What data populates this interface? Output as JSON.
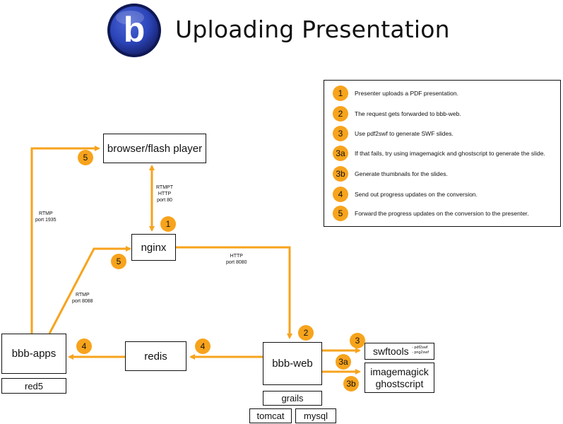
{
  "header": {
    "logo_letter": "b",
    "title": "Uploading Presentation"
  },
  "nodes": {
    "browser": "browser/flash player",
    "nginx": "nginx",
    "bbb_apps": "bbb-apps",
    "red5": "red5",
    "redis": "redis",
    "bbb_web": "bbb-web",
    "grails": "grails",
    "tomcat": "tomcat",
    "mysql": "mysql",
    "swftools": "swftools",
    "swftools_sub1": "- pdf2swf",
    "swftools_sub2": "- png2swf",
    "imagemagick": "imagemagick",
    "ghostscript": "ghostscript"
  },
  "edge_labels": {
    "rtmp_1935_l1": "RTMP",
    "rtmp_1935_l2": "port 1935",
    "rtmpt_l1": "RTMPT",
    "rtmpt_l2": "HTTP",
    "rtmpt_l3": "port 80",
    "rtmp_8088_l1": "RTMP",
    "rtmp_8088_l2": "port 8088",
    "http_8080_l1": "HTTP",
    "http_8080_l2": "port 8080"
  },
  "badges": {
    "b5_browser": "5",
    "b1_nginx": "1",
    "b5_nginx": "5",
    "b2_web": "2",
    "b4_apps": "4",
    "b4_redis": "4",
    "b3_swf": "3",
    "b3a_img": "3a",
    "b3b_img": "3b"
  },
  "legend": [
    {
      "step": "1",
      "text": "Presenter uploads a PDF presentation."
    },
    {
      "step": "2",
      "text": "The request gets forwarded to bbb-web."
    },
    {
      "step": "3",
      "text": "Use pdf2swf to generate SWF slides."
    },
    {
      "step": "3a",
      "text": "If that fails, try using imagemagick and ghostscript to generate the slide."
    },
    {
      "step": "3b",
      "text": "Generate thumbnails for the slides."
    },
    {
      "step": "4",
      "text": "Send out progress updates on the conversion."
    },
    {
      "step": "5",
      "text": "Forward the progress updates on the conversion to the presenter."
    }
  ],
  "colors": {
    "arrow": "#f7a31c",
    "badge": "#f7a31c",
    "logo_ring": "#1c2a7a",
    "logo_inner": "#2b44b8"
  }
}
